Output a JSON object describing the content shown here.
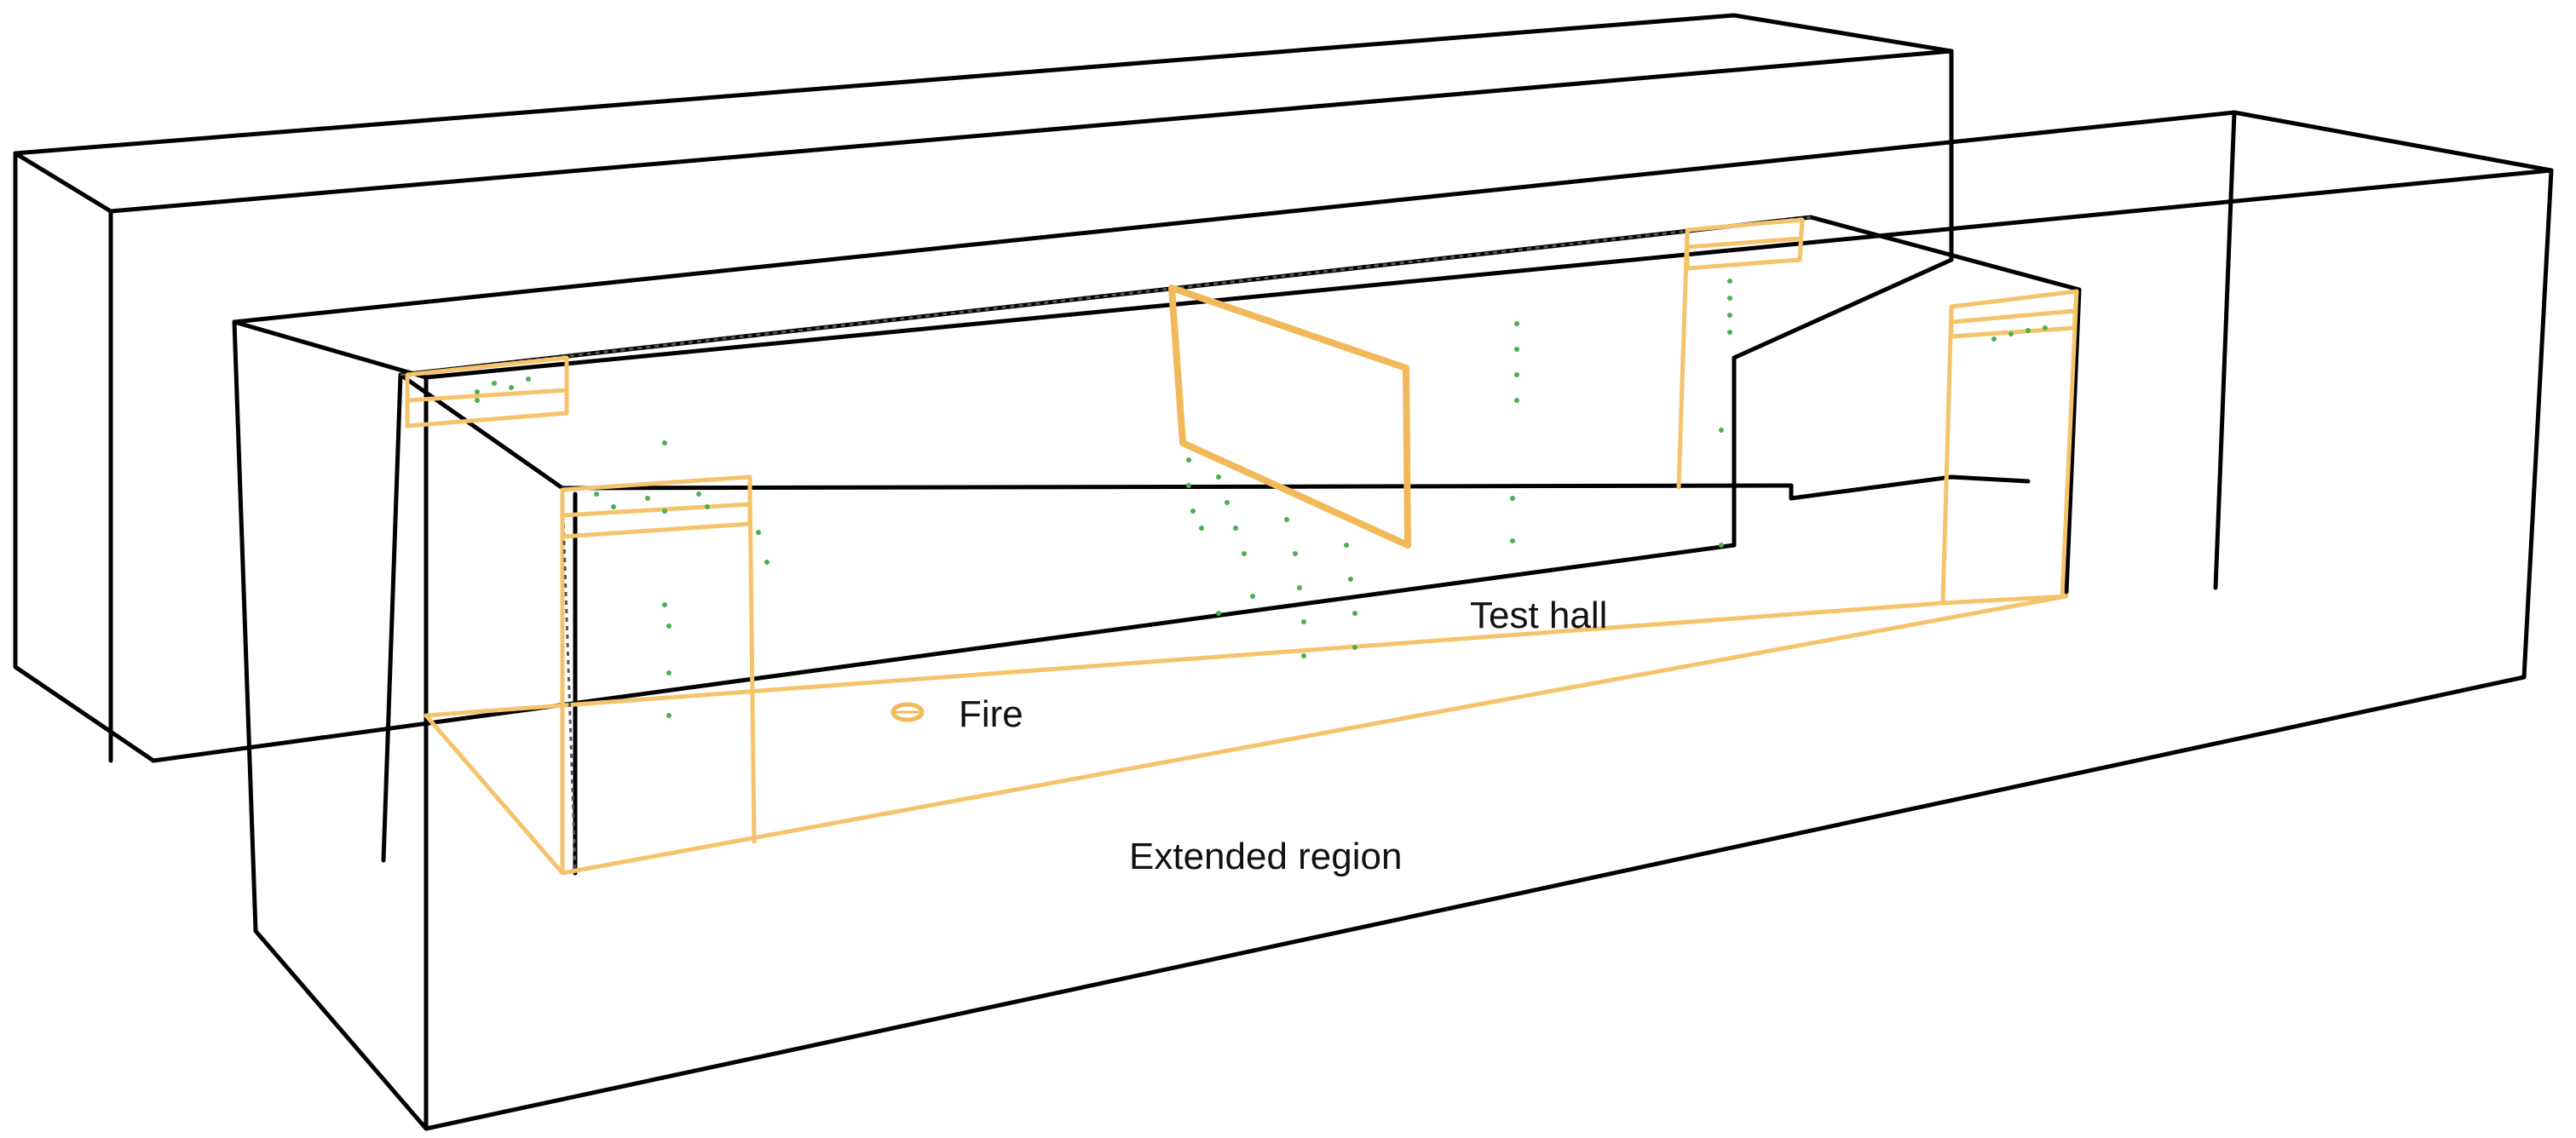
{
  "labels": {
    "test_hall": "Test hall",
    "fire": "Fire",
    "extended_region": "Extended region"
  },
  "colors": {
    "domain_outline": "#000000",
    "test_hall_outline": "#F5C46A",
    "sensors": "#4CAF50"
  }
}
